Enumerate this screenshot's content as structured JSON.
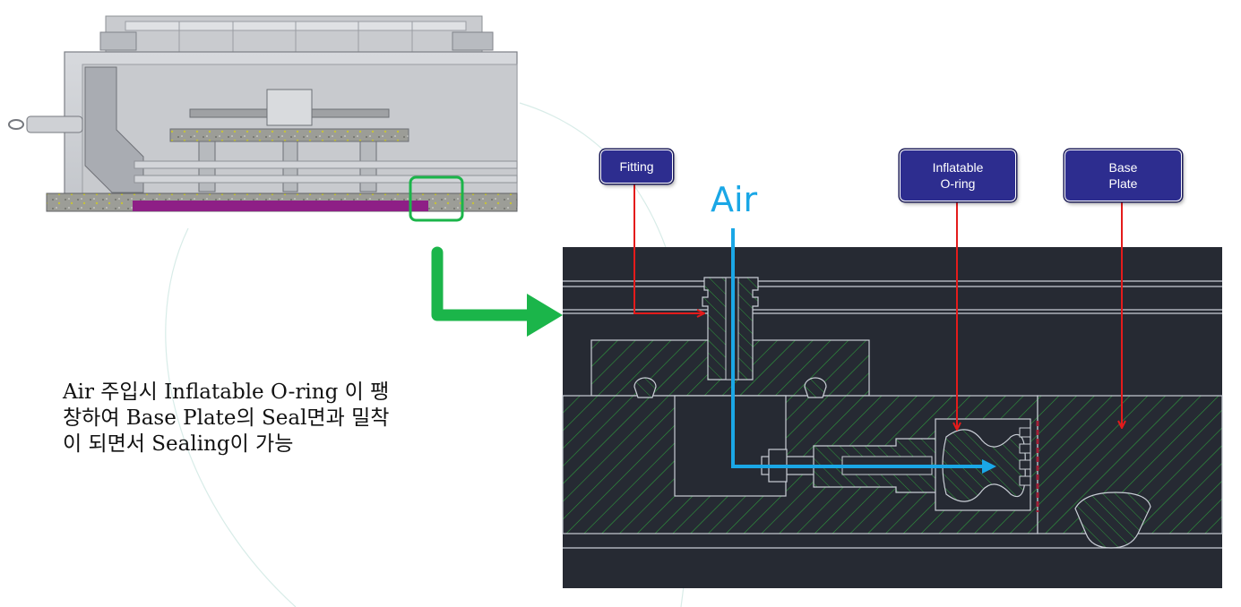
{
  "callouts": {
    "fitting": "Fitting",
    "oring": "Inflatable\nO-ring",
    "base_plate": "Base\nPlate"
  },
  "air_label": "Air",
  "caption": {
    "line1": "Air 주입시 Inflatable O-ring 이 팽",
    "line2": "창하여 Base Plate의 Seal면과 밀착",
    "line3": "이 되면서 Sealing이 가능"
  },
  "colors": {
    "panel": "#262a33",
    "hatch": "#2e9a3c",
    "outline": "#c9ced6",
    "air": "#1aa7e6",
    "pointer": "#e41b1b",
    "callout": "#2d2d8f",
    "zoom_arrow": "#1bb54a",
    "zoom_box": "#1bb54a",
    "gasket": "#8e1f86"
  }
}
